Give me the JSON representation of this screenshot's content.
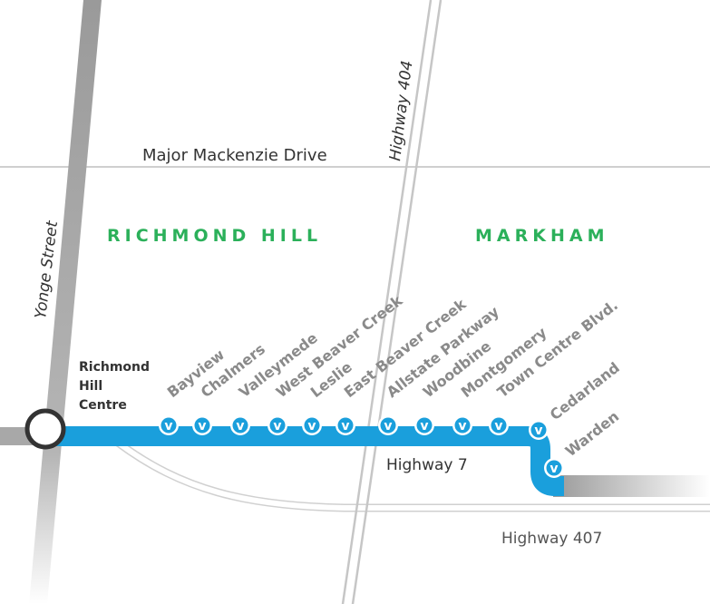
{
  "roads": {
    "yonge": "Yonge Street",
    "major_mackenzie": "Major Mackenzie Drive",
    "highway_404": "Highway 404",
    "highway_7": "Highway 7",
    "highway_407": "Highway 407"
  },
  "areas": {
    "richmond_hill": "RICHMOND HILL",
    "markham": "MARKHAM"
  },
  "terminal": {
    "line1": "Richmond",
    "line2": "Hill",
    "line3": "Centre"
  },
  "stations": [
    "Bayview",
    "Chalmers",
    "Valleymede",
    "West Beaver Creek",
    "Leslie",
    "East Beaver Creek",
    "Allstate Parkway",
    "Woodbine",
    "Montgomery",
    "Town Centre Blvd.",
    "Cedarland",
    "Warden"
  ],
  "station_glyph": "v",
  "colors": {
    "route": "#1a9fdc",
    "area_label": "#2bb05a",
    "road": "#c9c9c9",
    "station_label": "#8a8a8a",
    "text": "#333333"
  }
}
